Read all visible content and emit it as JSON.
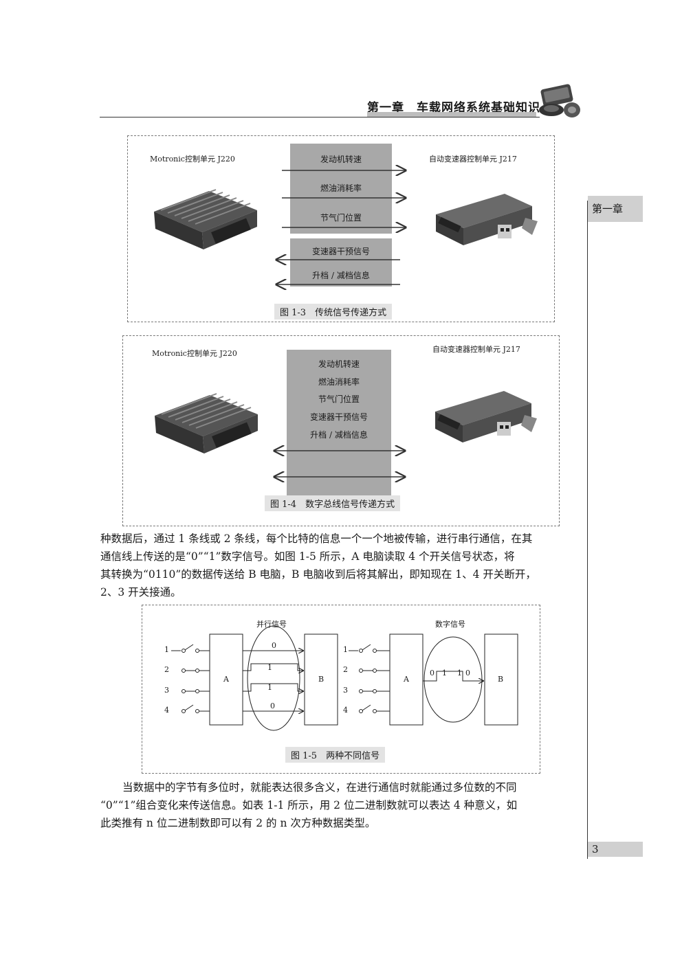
{
  "header": {
    "title": "第一章　车载网络系统基础知识"
  },
  "side_tab": "第一章",
  "page_number": "3",
  "figure_1_3": {
    "left_unit": "Motronic控制单元 J220",
    "right_unit": "自动变速器控制单元 J217",
    "signals": [
      "发动机转速",
      "燃油消耗率",
      "节气门位置",
      "变速器干预信号",
      "升档 / 减档信息"
    ],
    "caption": "图 1-3　传统信号传递方式"
  },
  "figure_1_4": {
    "left_unit": "Motronic控制单元 J220",
    "right_unit": "自动变速器控制单元 J217",
    "signals": [
      "发动机转速",
      "燃油消耗率",
      "节气门位置",
      "变速器干预信号",
      "升档 / 减档信息"
    ],
    "caption": "图 1-4　数字总线信号传递方式"
  },
  "paragraph_1": [
    "种数据后，通过 1 条线或 2 条线，每个比特的信息一个一个地被传输，进行串行通信，在其",
    "通信线上传送的是“0”“1”数字信号。如图 1-5 所示，A 电脑读取 4 个开关信号状态，将",
    "其转换为“0110”的数据传送给 B 电脑，B 电脑收到后将其解出，即知现在 1、4 开关断开，",
    "2、3 开关接通。"
  ],
  "figure_1_5": {
    "parallel_label": "并行信号",
    "digital_label": "数字信号",
    "switch_numbers": [
      "1",
      "2",
      "3",
      "4"
    ],
    "unit_a": "A",
    "unit_b": "B",
    "parallel_bits": [
      "0",
      "1",
      "1",
      "0"
    ],
    "serial_bits": [
      "0",
      "1",
      "1",
      "0"
    ],
    "caption": "图 1-5　两种不同信号"
  },
  "paragraph_2": [
    "当数据中的字节有多位时，就能表达很多含义，在进行通信时就能通过多位数的不同",
    "“0”“1”组合变化来传送信息。如表 1-1 所示，用 2 位二进制数就可以表达 4 种意义，如",
    "此类推有 n 位二进制数即可以有 2 的 n 次方种数据类型。"
  ]
}
